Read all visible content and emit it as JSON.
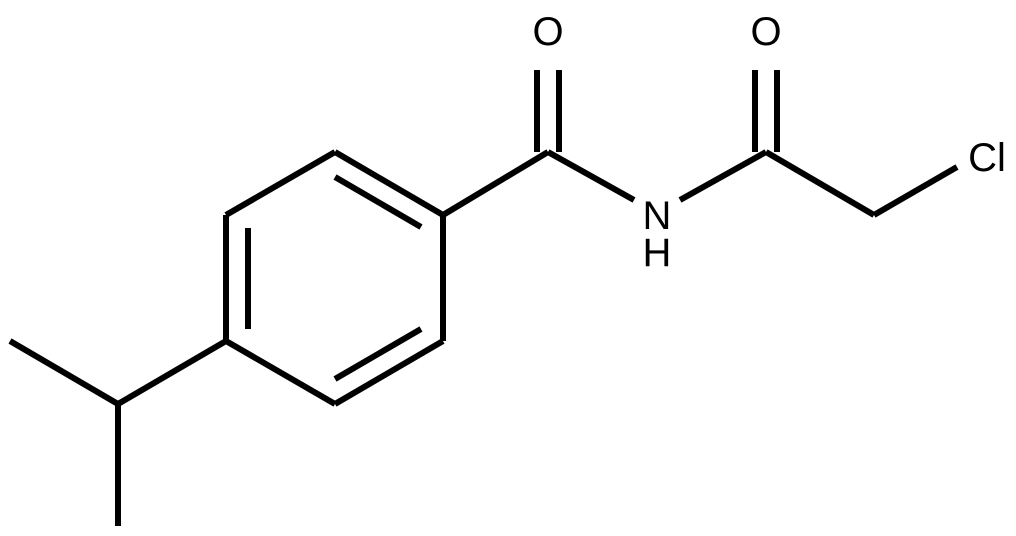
{
  "molecule": {
    "atoms": {
      "o1": "O",
      "o2": "O",
      "n": "N",
      "h": "H",
      "cl": "Cl"
    }
  }
}
